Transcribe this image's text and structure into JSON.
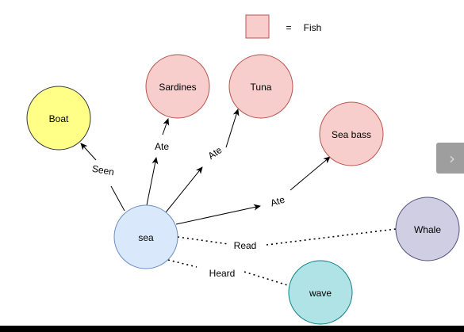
{
  "legend": {
    "symbol_label": "=",
    "label": "Fish"
  },
  "nodes": {
    "boat": "Boat",
    "sardines": "Sardines",
    "tuna": "Tuna",
    "sea_bass": "Sea bass",
    "sea": "sea",
    "whale": "Whale",
    "wave": "wave"
  },
  "edges": {
    "seen": "Seen",
    "ate_sardines": "Ate",
    "ate_tuna": "Ate",
    "ate_sea_bass": "Ate",
    "read": "Read",
    "heard": "Heard"
  },
  "colors": {
    "fish_fill": "#f8cecc",
    "fish_stroke": "#b85450",
    "boat_fill": "#ffff88",
    "boat_stroke": "#36393d",
    "sea_fill": "#dae8fc",
    "sea_stroke": "#6c8ebf",
    "whale_fill": "#d0cee2",
    "whale_stroke": "#56517e",
    "wave_fill": "#b0e3e6",
    "wave_stroke": "#0e8088"
  },
  "side_tab_icon": "chevron-right-icon"
}
